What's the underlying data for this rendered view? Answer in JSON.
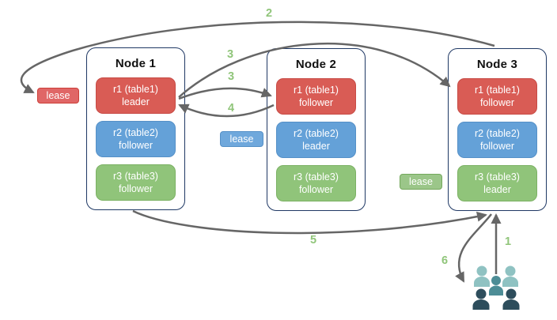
{
  "nodes": [
    {
      "title": "Node 1",
      "replicas": [
        {
          "name": "r1 (table1)",
          "role": "leader",
          "color": "#d95c55"
        },
        {
          "name": "r2 (table2)",
          "role": "follower",
          "color": "#64a1d8"
        },
        {
          "name": "r3 (table3)",
          "role": "follower",
          "color": "#90c47a"
        }
      ]
    },
    {
      "title": "Node 2",
      "replicas": [
        {
          "name": "r1 (table1)",
          "role": "follower",
          "color": "#d95c55"
        },
        {
          "name": "r2 (table2)",
          "role": "leader",
          "color": "#64a1d8"
        },
        {
          "name": "r3 (table3)",
          "role": "follower",
          "color": "#90c47a"
        }
      ]
    },
    {
      "title": "Node 3",
      "replicas": [
        {
          "name": "r1 (table1)",
          "role": "follower",
          "color": "#d95c55"
        },
        {
          "name": "r2 (table2)",
          "role": "follower",
          "color": "#64a1d8"
        },
        {
          "name": "r3 (table3)",
          "role": "leader",
          "color": "#90c47a"
        }
      ]
    }
  ],
  "leases": [
    {
      "label": "lease",
      "color": "#e06666"
    },
    {
      "label": "lease",
      "color": "#6fa8dc"
    },
    {
      "label": "lease",
      "color": "#9bc689"
    }
  ],
  "steps": {
    "s1": "1",
    "s2": "2",
    "s3a": "3",
    "s3b": "3",
    "s4": "4",
    "s5": "5",
    "s6": "6"
  },
  "icons": {
    "users": "users-group"
  },
  "colors": {
    "arrow": "#666666",
    "step_number": "#90c57a",
    "node_border": "#1f3864",
    "users_light": "#8fc2c2",
    "users_mid": "#4d8d96",
    "users_dark": "#2d4d5c"
  }
}
